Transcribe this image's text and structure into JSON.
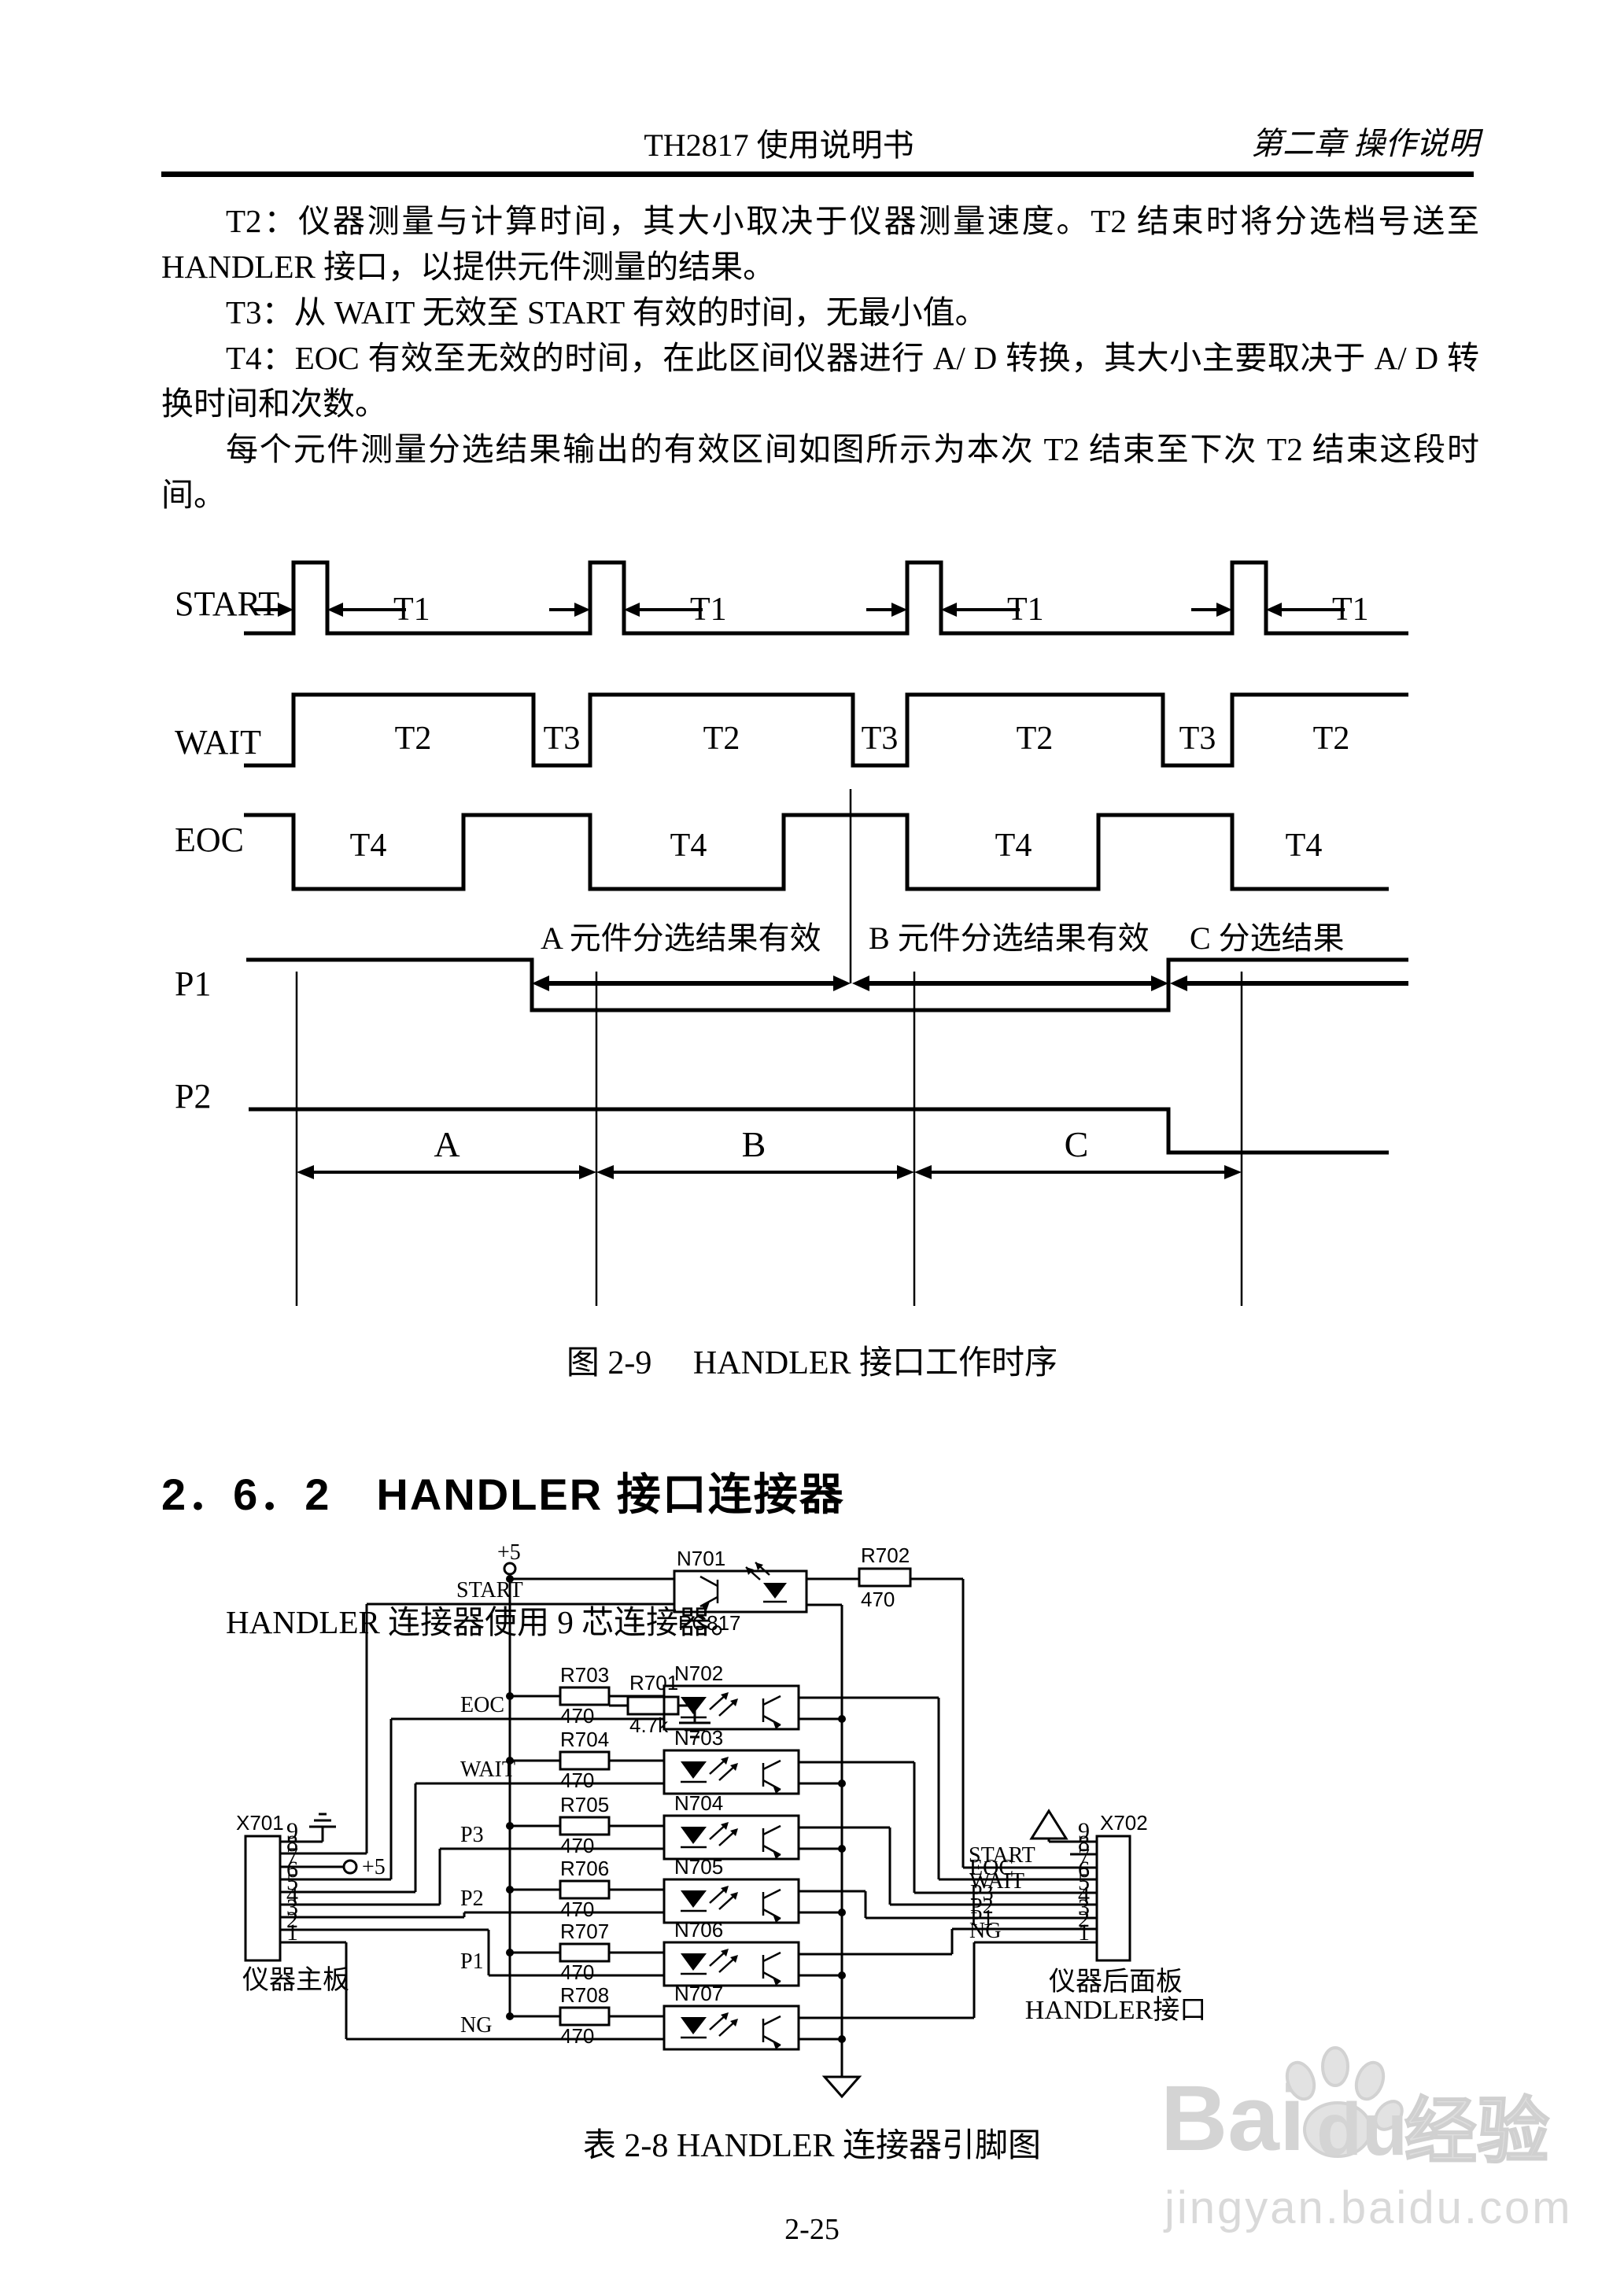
{
  "header": {
    "doc_title": "TH2817 使用说明书",
    "chapter": "第二章 操作说明"
  },
  "body": {
    "para_t2": "T2：仪器测量与计算时间，其大小取决于仪器测量速度。T2 结束时将分选档号送至 HANDLER 接口，以提供元件测量的结果。",
    "para_t3": "T3：从 WAIT 无效至 START 有效的时间，无最小值。",
    "para_t4": "T4：EOC 有效至无效的时间，在此区间仪器进行 A/ D 转换，其大小主要取决于 A/ D 转换时间和次数。",
    "para_valid": "每个元件测量分选结果输出的有效区间如图所示为本次 T2 结束至下次 T2 结束这段时间。"
  },
  "timing": {
    "sig_start": "START",
    "sig_wait": "WAIT",
    "sig_eoc": "EOC",
    "sig_p1": "P1",
    "sig_p2": "P2",
    "t1": "T1",
    "t2": "T2",
    "t3": "T3",
    "t4": "T4",
    "valid_a": "A 元件分选结果有效",
    "valid_b": "B 元件分选结果有效",
    "valid_c": "C 分选结果",
    "bin_a": "A",
    "bin_b": "B",
    "bin_c": "C",
    "caption": "图 2-9　 HANDLER 接口工作时序"
  },
  "section": {
    "heading": "2．6．2　HANDLER 接口连接器"
  },
  "body2": {
    "para": "HANDLER 连接器使用 9 芯连接器。"
  },
  "schematic": {
    "power": "+5",
    "n701": "N701",
    "pc817": "PC817",
    "n702": "N702",
    "n703": "N703",
    "n704": "N704",
    "n705": "N705",
    "n706": "N706",
    "n707": "N707",
    "r701": "R701",
    "r701_val": "4.7k",
    "r702": "R702",
    "r703": "R703",
    "r704": "R704",
    "r705": "R705",
    "r706": "R706",
    "r707": "R707",
    "r708": "R708",
    "r_val": "470",
    "sig_start": "START",
    "sig_eoc": "EOC",
    "sig_wait": "WAIT",
    "sig_p3": "P3",
    "sig_p2": "P2",
    "sig_p1": "P1",
    "sig_ng": "NG",
    "x701": "X701",
    "x702": "X702",
    "pins": [
      "9",
      "8",
      "7",
      "6",
      "5",
      "4",
      "3",
      "2",
      "1"
    ],
    "label_left_board": "仪器主板",
    "label_right_board": "仪器后面板",
    "label_right_iface": "HANDLER接口",
    "caption": "表 2-8 HANDLER  连接器引脚图"
  },
  "footer": {
    "page_number": "2-25"
  },
  "watermark": {
    "brand_a": "Bai",
    "brand_b": "du",
    "suffix": "经验",
    "url": "jingyan.baidu.com"
  }
}
